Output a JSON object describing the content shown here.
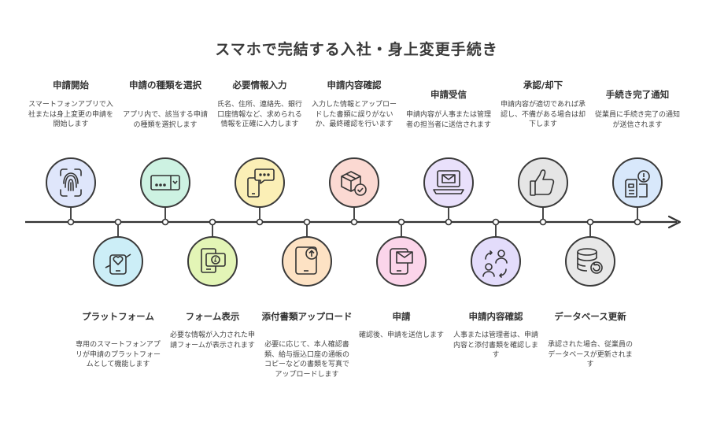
{
  "title": "スマホで完結する入社・身上変更手続き",
  "colors": {
    "line": "#333333",
    "node_outline": "#3a3a3a"
  },
  "top_steps": [
    {
      "title": "申請開始",
      "desc": "スマートフォンアプリで入社または身上変更の申請を開始します",
      "icon": "fingerprint-icon",
      "color": "#dfe6fb"
    },
    {
      "title": "申請の種類を選択",
      "desc": "アプリ内で、該当する申請の種類を選択します",
      "icon": "dropdown-select-icon",
      "color": "#cdf2e2"
    },
    {
      "title": "必要情報入力",
      "desc": "氏名、住所、連絡先、銀行口座情報など、求められる情報を正確に入力します",
      "icon": "phone-chat-icon",
      "color": "#fbefb6"
    },
    {
      "title": "申請内容確認",
      "desc": "入力した情報とアップロードした書類に誤りがないか、最終確認を行います",
      "icon": "package-check-icon",
      "color": "#fbd9d2"
    },
    {
      "title": "申請受信",
      "desc": "申請内容が人事または管理者の担当者に送信されます",
      "icon": "laptop-mail-icon",
      "color": "#e9e0fb"
    },
    {
      "title": "承認/却下",
      "desc": "申請内容が適切であれば承認し、不備がある場合は却下します",
      "icon": "thumbs-up-icon",
      "color": "#e5e5e5"
    },
    {
      "title": "手続き完了通知",
      "desc": "従業員に手続き完了の通知が送信されます",
      "icon": "document-alert-icon",
      "color": "#d8e8fb"
    }
  ],
  "bottom_steps": [
    {
      "title": "プラットフォーム",
      "desc": "専用のスマートフォンアプリが申請のプラットフォームとして機能します",
      "icon": "phone-heart-icon",
      "color": "#cceef7"
    },
    {
      "title": "フォーム表示",
      "desc": "必要な情報が入力された申請フォームが表示されます",
      "icon": "phone-money-icon",
      "color": "#e3f5b6"
    },
    {
      "title": "添付書類アップロード",
      "desc": "必要に応じて、本人確認書類、給与振込口座の通帳のコピーなどの書類を写真でアップロードします",
      "icon": "phone-upload-icon",
      "color": "#fde2c4"
    },
    {
      "title": "申請",
      "desc": "確認後、申請を送信します",
      "icon": "phone-mail-icon",
      "color": "#fbd5ea"
    },
    {
      "title": "申請内容確認",
      "desc": "人事または管理者は、申請内容と添付書類を確認します",
      "icon": "users-swap-icon",
      "color": "#e3dcfb"
    },
    {
      "title": "データベース更新",
      "desc": "承認された場合、従業員のデータベースが更新されます",
      "icon": "database-refresh-icon",
      "color": "#e8e8e8"
    }
  ]
}
